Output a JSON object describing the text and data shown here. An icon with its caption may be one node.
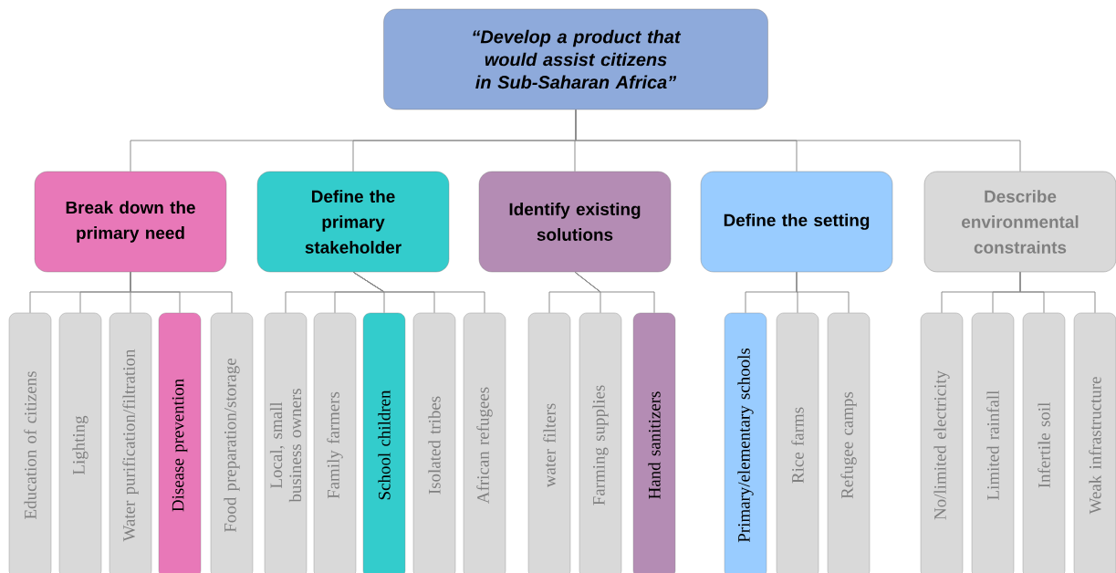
{
  "diagram": {
    "nodes": [
      {
        "text": [
          "“Develop a product that would assist citizens in Sub-Saharan Africa”"
        ]
      },
      {
        "text": [
          "Break down the primary need"
        ]
      },
      {
        "text": [
          "Define the primary stakeholder"
        ]
      },
      {
        "text": [
          "Identify existing solutions"
        ]
      },
      {
        "text": [
          "Define the setting"
        ]
      },
      {
        "text": [
          "Describe environmental constraints"
        ]
      },
      {
        "text": [
          "Education of citizens"
        ]
      },
      {
        "text": [
          "Lighting"
        ]
      },
      {
        "text": [
          "Water purification/filtration"
        ]
      },
      {
        "text": [
          "Disease prevention"
        ]
      },
      {
        "text": [
          "Food preparation/storage"
        ]
      },
      {
        "text": [
          "Local, small business owners"
        ]
      },
      {
        "text": [
          "Family farmers"
        ]
      },
      {
        "text": [
          "School children"
        ]
      },
      {
        "text": [
          "Isolated tribes"
        ]
      },
      {
        "text": [
          "African refugees"
        ]
      },
      {
        "text": [
          "water filters"
        ]
      },
      {
        "text": [
          "Farming supplies"
        ]
      },
      {
        "text": [
          "Hand sanitizers"
        ]
      },
      {
        "text": [
          "Primary/elementary schools"
        ]
      },
      {
        "text": [
          "Rice farms"
        ]
      },
      {
        "text": [
          "Refugee camps"
        ]
      },
      {
        "text": [
          "No/limited electricity"
        ]
      },
      {
        "text": [
          "Limited rainfall"
        ]
      },
      {
        "text": [
          "Infertile soil"
        ]
      },
      {
        "text": [
          "Weak infrastructure"
        ]
      }
    ],
    "edges": [
      {
        "from": 0,
        "to": 1,
        "arrow": "none"
      },
      {
        "from": 0,
        "to": 2,
        "arrow": "none"
      },
      {
        "from": 0,
        "to": 3,
        "arrow": "none"
      },
      {
        "from": 0,
        "to": 4,
        "arrow": "none"
      },
      {
        "from": 0,
        "to": 5,
        "arrow": "none"
      },
      {
        "from": 1,
        "to": 6,
        "arrow": "none"
      },
      {
        "from": 1,
        "to": 7,
        "arrow": "none"
      },
      {
        "from": 1,
        "to": 8,
        "arrow": "none"
      },
      {
        "from": 1,
        "to": 9,
        "arrow": "none"
      },
      {
        "from": 1,
        "to": 10,
        "arrow": "none"
      },
      {
        "from": 2,
        "to": 11,
        "arrow": "none"
      },
      {
        "from": 2,
        "to": 12,
        "arrow": "none"
      },
      {
        "from": 2,
        "to": 13,
        "arrow": "none"
      },
      {
        "from": 2,
        "to": 14,
        "arrow": "none"
      },
      {
        "from": 2,
        "to": 15,
        "arrow": "none"
      },
      {
        "from": 3,
        "to": 16,
        "arrow": "none"
      },
      {
        "from": 3,
        "to": 17,
        "arrow": "none"
      },
      {
        "from": 3,
        "to": 18,
        "arrow": "none"
      },
      {
        "from": 4,
        "to": 19,
        "arrow": "none"
      },
      {
        "from": 4,
        "to": 20,
        "arrow": "none"
      },
      {
        "from": 4,
        "to": 21,
        "arrow": "none"
      },
      {
        "from": 5,
        "to": 22,
        "arrow": "none"
      },
      {
        "from": 5,
        "to": 23,
        "arrow": "none"
      },
      {
        "from": 5,
        "to": 24,
        "arrow": "none"
      },
      {
        "from": 5,
        "to": 25,
        "arrow": "none"
      }
    ]
  }
}
